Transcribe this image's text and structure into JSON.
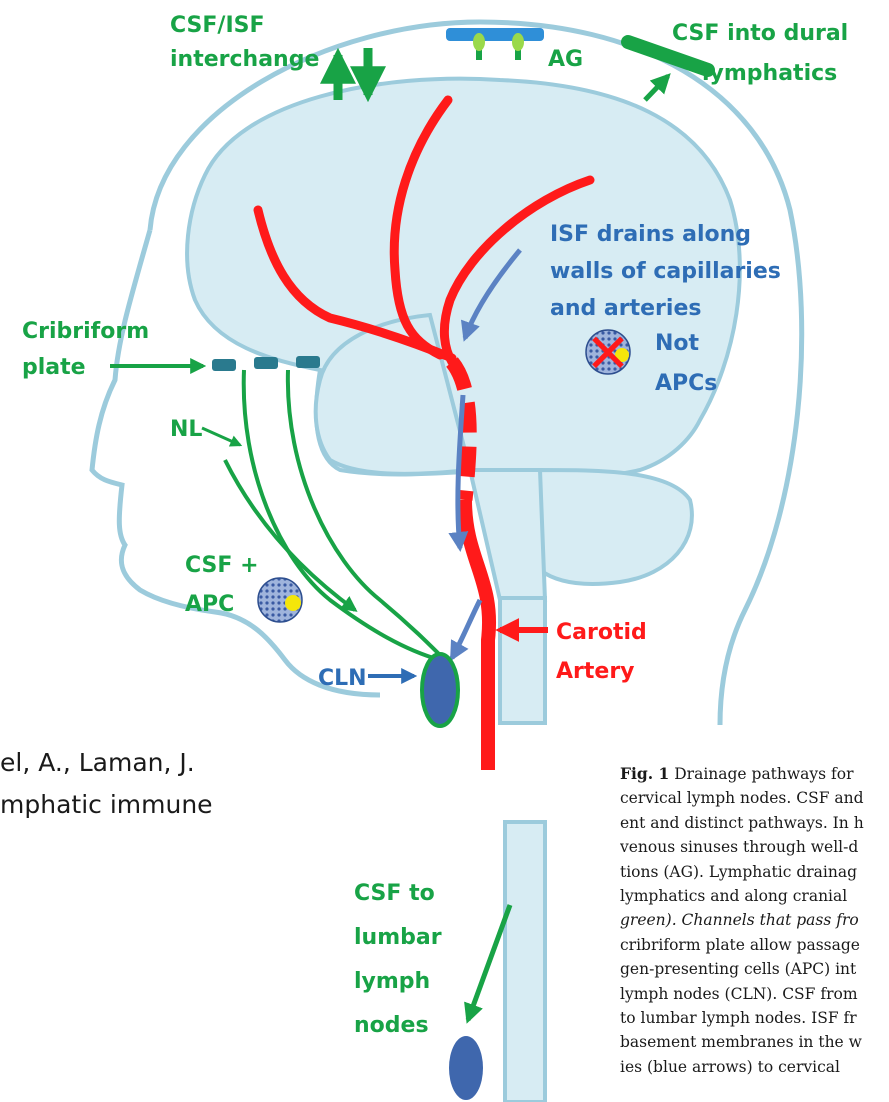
{
  "colors": {
    "outline": "#9ccbdc",
    "brain_fill": "#d7ecf3",
    "artery": "#ff1a1a",
    "csf_green": "#18a346",
    "isf_blue": "#5b82c3",
    "node_blue": "#3f67ad",
    "ag_blue": "#2f8fd8"
  },
  "labels": {
    "csf_isf": [
      "CSF/ISF",
      "interchange"
    ],
    "ag": "AG",
    "dural": [
      "CSF into dural",
      "lymphatics"
    ],
    "isf_drains": [
      "ISF drains along",
      "walls of capillaries",
      "and arteries"
    ],
    "not_apcs": [
      "Not",
      "APCs"
    ],
    "cribriform": [
      "Cribriform",
      "plate"
    ],
    "nl": "NL",
    "csf_apc": [
      "CSF +",
      "APC"
    ],
    "cln": "CLN",
    "carotid": [
      "Carotid",
      "Artery"
    ],
    "lumbar": [
      "CSF to",
      "lumbar",
      "lymph",
      "nodes"
    ]
  },
  "citation": [
    "el, A., Laman, J.",
    "mphatic immune"
  ],
  "caption": {
    "fig_label": "Fig. 1",
    "lines": [
      " Drainage pathways for",
      "cervical lymph nodes. CSF and",
      "ent and distinct pathways. In h",
      "venous sinuses through well-d",
      "tions (AG). Lymphatic drainag",
      "lymphatics and along cranial",
      "green). Channels that pass fro",
      "cribriform plate allow passage",
      "gen-presenting cells (APC) int",
      "lymph nodes (CLN). CSF from",
      "to lumbar lymph nodes. ISF fr",
      "basement membranes in the w",
      "ies (blue arrows) to cervical"
    ]
  }
}
